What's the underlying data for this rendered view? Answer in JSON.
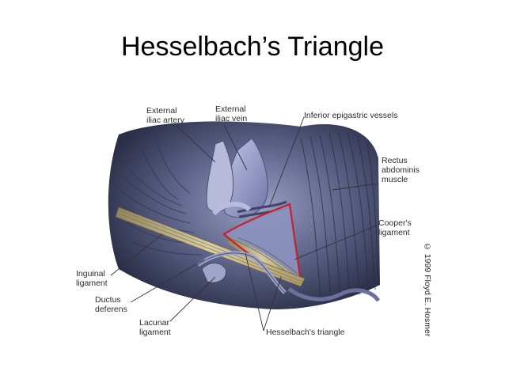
{
  "title": "Hesselbach’s Triangle",
  "labels": {
    "external_iliac_artery": "External\niliac artery",
    "external_iliac_vein": "External\niliac vein",
    "inferior_epigastric_vessels": "Inferior epigastric vessels",
    "rectus_abdominis": "Rectus\nabdominis\nmuscle",
    "coopers_ligament": "Cooper's\nligament",
    "inguinal_ligament": "Inguinal\nligament",
    "ductus_deferens": "Ductus\ndeferens",
    "lacunar_ligament": "Lacunar\nligament",
    "hesselbachs_triangle": "Hesselbach's triangle"
  },
  "copyright": "© 1999 Floyd E. Hosmer",
  "colors": {
    "triangle_outline": "#c8202a",
    "tissue_dark": "#3a3f5c",
    "tissue_mid": "#6d7394",
    "vein_blue": "#7e84b8",
    "ligament_tan": "#c9b98a"
  }
}
